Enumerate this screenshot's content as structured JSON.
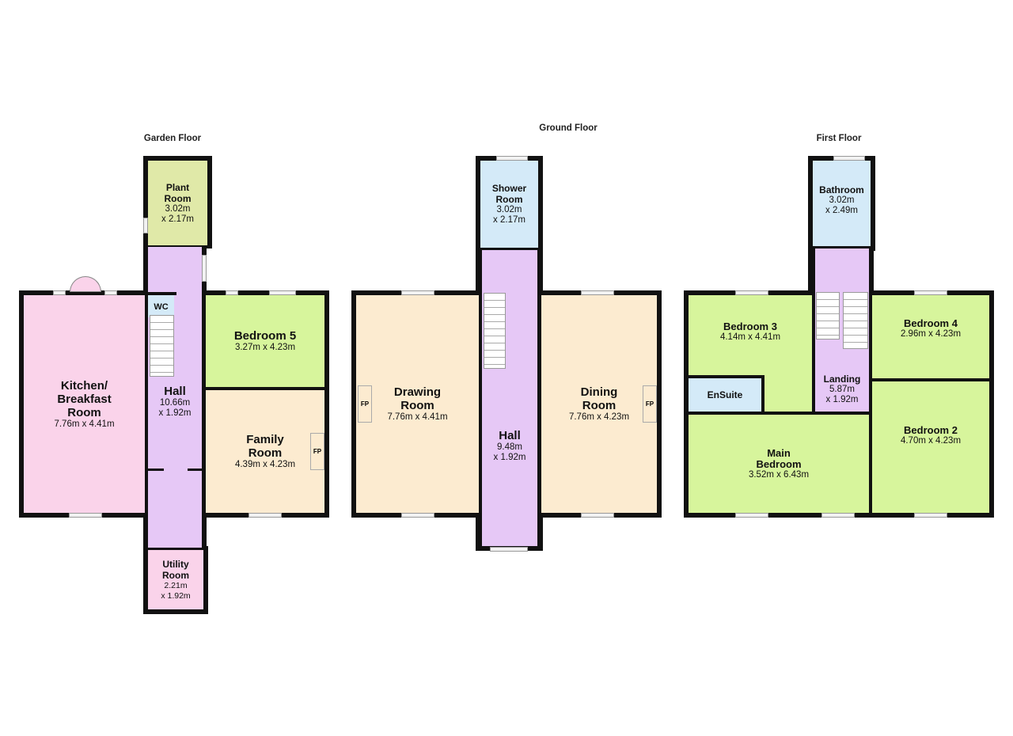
{
  "floors": [
    {
      "title": "Garden Floor",
      "rooms": {
        "plant": {
          "name": "Plant Room",
          "dim": "3.02m x 2.17m",
          "name1": "Plant",
          "name2": "Room",
          "dim1": "3.02m",
          "dim2": "x 2.17m"
        },
        "kitchen": {
          "name1": "Kitchen/",
          "name2": "Breakfast",
          "name3": "Room",
          "dim": "7.76m x 4.41m"
        },
        "wc": {
          "name": "WC"
        },
        "hall": {
          "name": "Hall",
          "dim1": "10.66m",
          "dim2": "x 1.92m"
        },
        "bedroom5": {
          "name": "Bedroom 5",
          "dim": "3.27m x 4.23m"
        },
        "family": {
          "name1": "Family",
          "name2": "Room",
          "dim": "4.39m x 4.23m",
          "fp": "FP"
        },
        "utility": {
          "name1": "Utility",
          "name2": "Room",
          "dim1": "2.21m",
          "dim2": "x 1.92m"
        }
      }
    },
    {
      "title": "Ground Floor",
      "rooms": {
        "shower": {
          "name1": "Shower",
          "name2": "Room",
          "dim1": "3.02m",
          "dim2": "x 2.17m"
        },
        "drawing": {
          "name1": "Drawing",
          "name2": "Room",
          "dim": "7.76m x 4.41m",
          "fp": "FP"
        },
        "hall": {
          "name": "Hall",
          "dim1": "9.48m",
          "dim2": "x 1.92m"
        },
        "dining": {
          "name1": "Dining",
          "name2": "Room",
          "dim": "7.76m x 4.23m",
          "fp": "FP"
        }
      }
    },
    {
      "title": "First Floor",
      "rooms": {
        "bathroom": {
          "name": "Bathroom",
          "dim1": "3.02m",
          "dim2": "x 2.49m"
        },
        "bedroom3": {
          "name": "Bedroom 3",
          "dim": "4.14m x 4.41m"
        },
        "ensuite": {
          "name": "EnSuite"
        },
        "landing": {
          "name": "Landing",
          "dim1": "5.87m",
          "dim2": "x 1.92m"
        },
        "bedroom4": {
          "name": "Bedroom 4",
          "dim": "2.96m x 4.23m"
        },
        "main": {
          "name1": "Main",
          "name2": "Bedroom",
          "dim": "3.52m x 6.43m"
        },
        "bedroom2": {
          "name": "Bedroom 2",
          "dim": "4.70m x 4.23m"
        }
      }
    }
  ]
}
